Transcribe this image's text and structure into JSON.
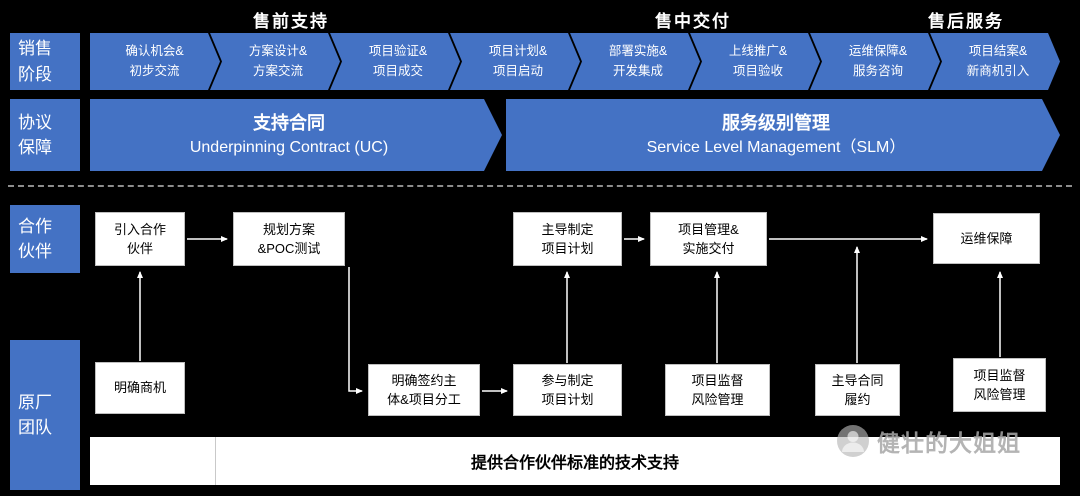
{
  "colors": {
    "accent_blue": "#4472C4",
    "background": "#000000",
    "box_fill": "#ffffff",
    "connector": "#ffffff",
    "watermark_gray": "#a8a8a8"
  },
  "phase_headers": {
    "presales": "售前支持",
    "midsales": "售中交付",
    "aftersales": "售后服务"
  },
  "row_labels": {
    "sales_stage": {
      "line1": "销售",
      "line2": "阶段"
    },
    "agreement": {
      "line1": "协议",
      "line2": "保障"
    },
    "partner": {
      "line1": "合作",
      "line2": "伙伴"
    },
    "vendor_team": {
      "line1": "原厂",
      "line2": "团队"
    }
  },
  "sales_stages": [
    {
      "line1": "确认机会&",
      "line2": "初步交流"
    },
    {
      "line1": "方案设计&",
      "line2": "方案交流"
    },
    {
      "line1": "项目验证&",
      "line2": "项目成交"
    },
    {
      "line1": "项目计划&",
      "line2": "项目启动"
    },
    {
      "line1": "部署实施&",
      "line2": "开发集成"
    },
    {
      "line1": "上线推广&",
      "line2": "项目验收"
    },
    {
      "line1": "运维保障&",
      "line2": "服务咨询"
    },
    {
      "line1": "项目结案&",
      "line2": "新商机引入"
    }
  ],
  "agreements": [
    {
      "title": "支持合同",
      "subtitle": "Underpinning Contract (UC)"
    },
    {
      "title": "服务级别管理",
      "subtitle": "Service Level Management（SLM）"
    }
  ],
  "partner_boxes": [
    {
      "line1": "引入合作",
      "line2": "伙伴"
    },
    {
      "line1": "规划方案",
      "line2": "&POC测试"
    },
    {
      "line1": "主导制定",
      "line2": "项目计划"
    },
    {
      "line1": "项目管理&",
      "line2": "实施交付"
    },
    {
      "line1": "运维保障",
      "line2": ""
    }
  ],
  "vendor_boxes": [
    {
      "line1": "明确商机",
      "line2": ""
    },
    {
      "line1": "明确签约主",
      "line2": "体&项目分工"
    },
    {
      "line1": "参与制定",
      "line2": "项目计划"
    },
    {
      "line1": "项目监督",
      "line2": "风险管理"
    },
    {
      "line1": "主导合同",
      "line2": "履约"
    },
    {
      "line1": "项目监督",
      "line2": "风险管理"
    }
  ],
  "support_bar": {
    "label": "提供合作伙伴标准的技术支持"
  },
  "watermark": {
    "label": "健壮的大姐姐"
  }
}
